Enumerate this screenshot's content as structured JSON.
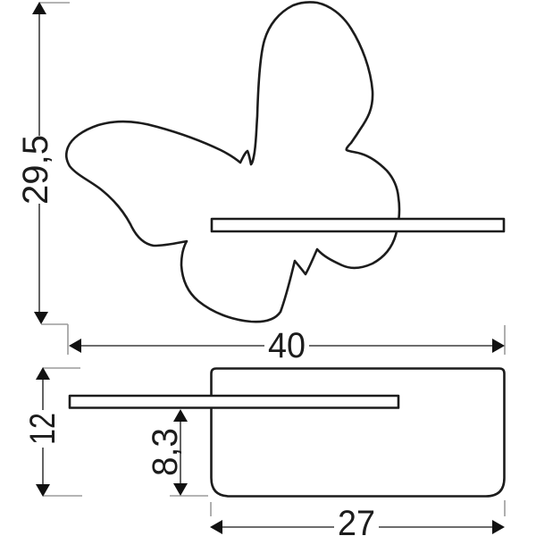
{
  "dimensions": {
    "overall_height": "29,5",
    "overall_width": "40",
    "profile_height": "12",
    "under_shelf_height": "8,3",
    "profile_width": "27"
  },
  "colors": {
    "outline": "#1c1c1c",
    "dimension_line": "#3d3d3d",
    "extension_line": "#9b9b9b",
    "arrow": "#111111",
    "label": "#1c1c1c",
    "background": "#ffffff"
  }
}
